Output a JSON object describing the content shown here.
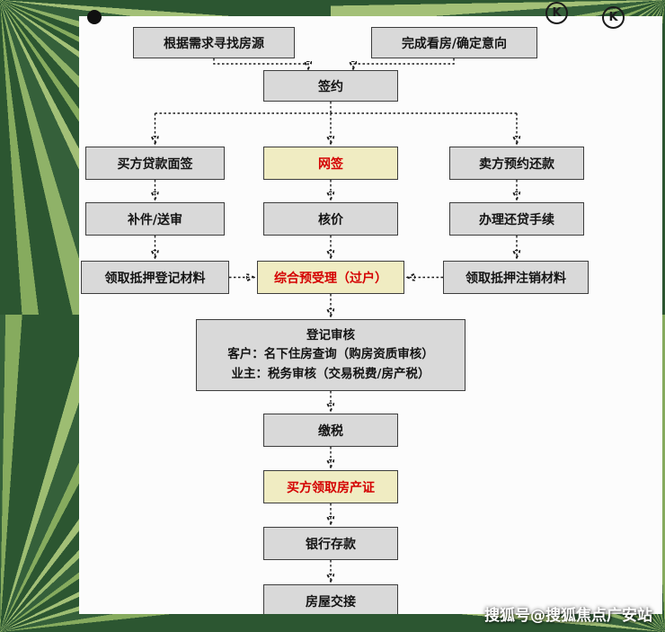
{
  "colors": {
    "bg_dark_green": "#2c5631",
    "bg_light_green": "#9dbd72",
    "box_fill": "#d9d9d9",
    "box_border": "#3d3d3d",
    "highlight_fill": "#f0ecc2",
    "highlight_text": "#d40000",
    "arrow": "#1c1c1c"
  },
  "badges": {
    "k_label": "K"
  },
  "watermark": "搜狐号@搜狐焦点广安站",
  "nodes": {
    "find_house": {
      "label": "根据需求寻找房源"
    },
    "confirm_intent": {
      "label": "完成看房/确定意向"
    },
    "signing": {
      "label": "签约"
    },
    "buyer_loan": {
      "label": "买方贷款面签"
    },
    "online_sign": {
      "label": "网签",
      "highlight": true
    },
    "seller_repay": {
      "label": "卖方预约还款"
    },
    "supplement": {
      "label": "补件/送审"
    },
    "price_check": {
      "label": "核价"
    },
    "repay_procedure": {
      "label": "办理还贷手续"
    },
    "mortgage_reg_materials": {
      "label": "领取抵押登记材料"
    },
    "pre_acceptance": {
      "label": "综合预受理（过户）",
      "highlight": true
    },
    "mortgage_cancel_materials": {
      "label": "领取抵押注销材料"
    },
    "registration_review": {
      "lines": [
        "登记审核",
        "客户：名下住房查询（购房资质审核）",
        "业主：税务审核（交易税费/房产税）"
      ]
    },
    "pay_tax": {
      "label": "缴税"
    },
    "buyer_get_cert": {
      "label": "买方领取房产证",
      "highlight": true
    },
    "bank_deposit": {
      "label": "银行存款"
    },
    "house_handover": {
      "label": "房屋交接"
    }
  }
}
